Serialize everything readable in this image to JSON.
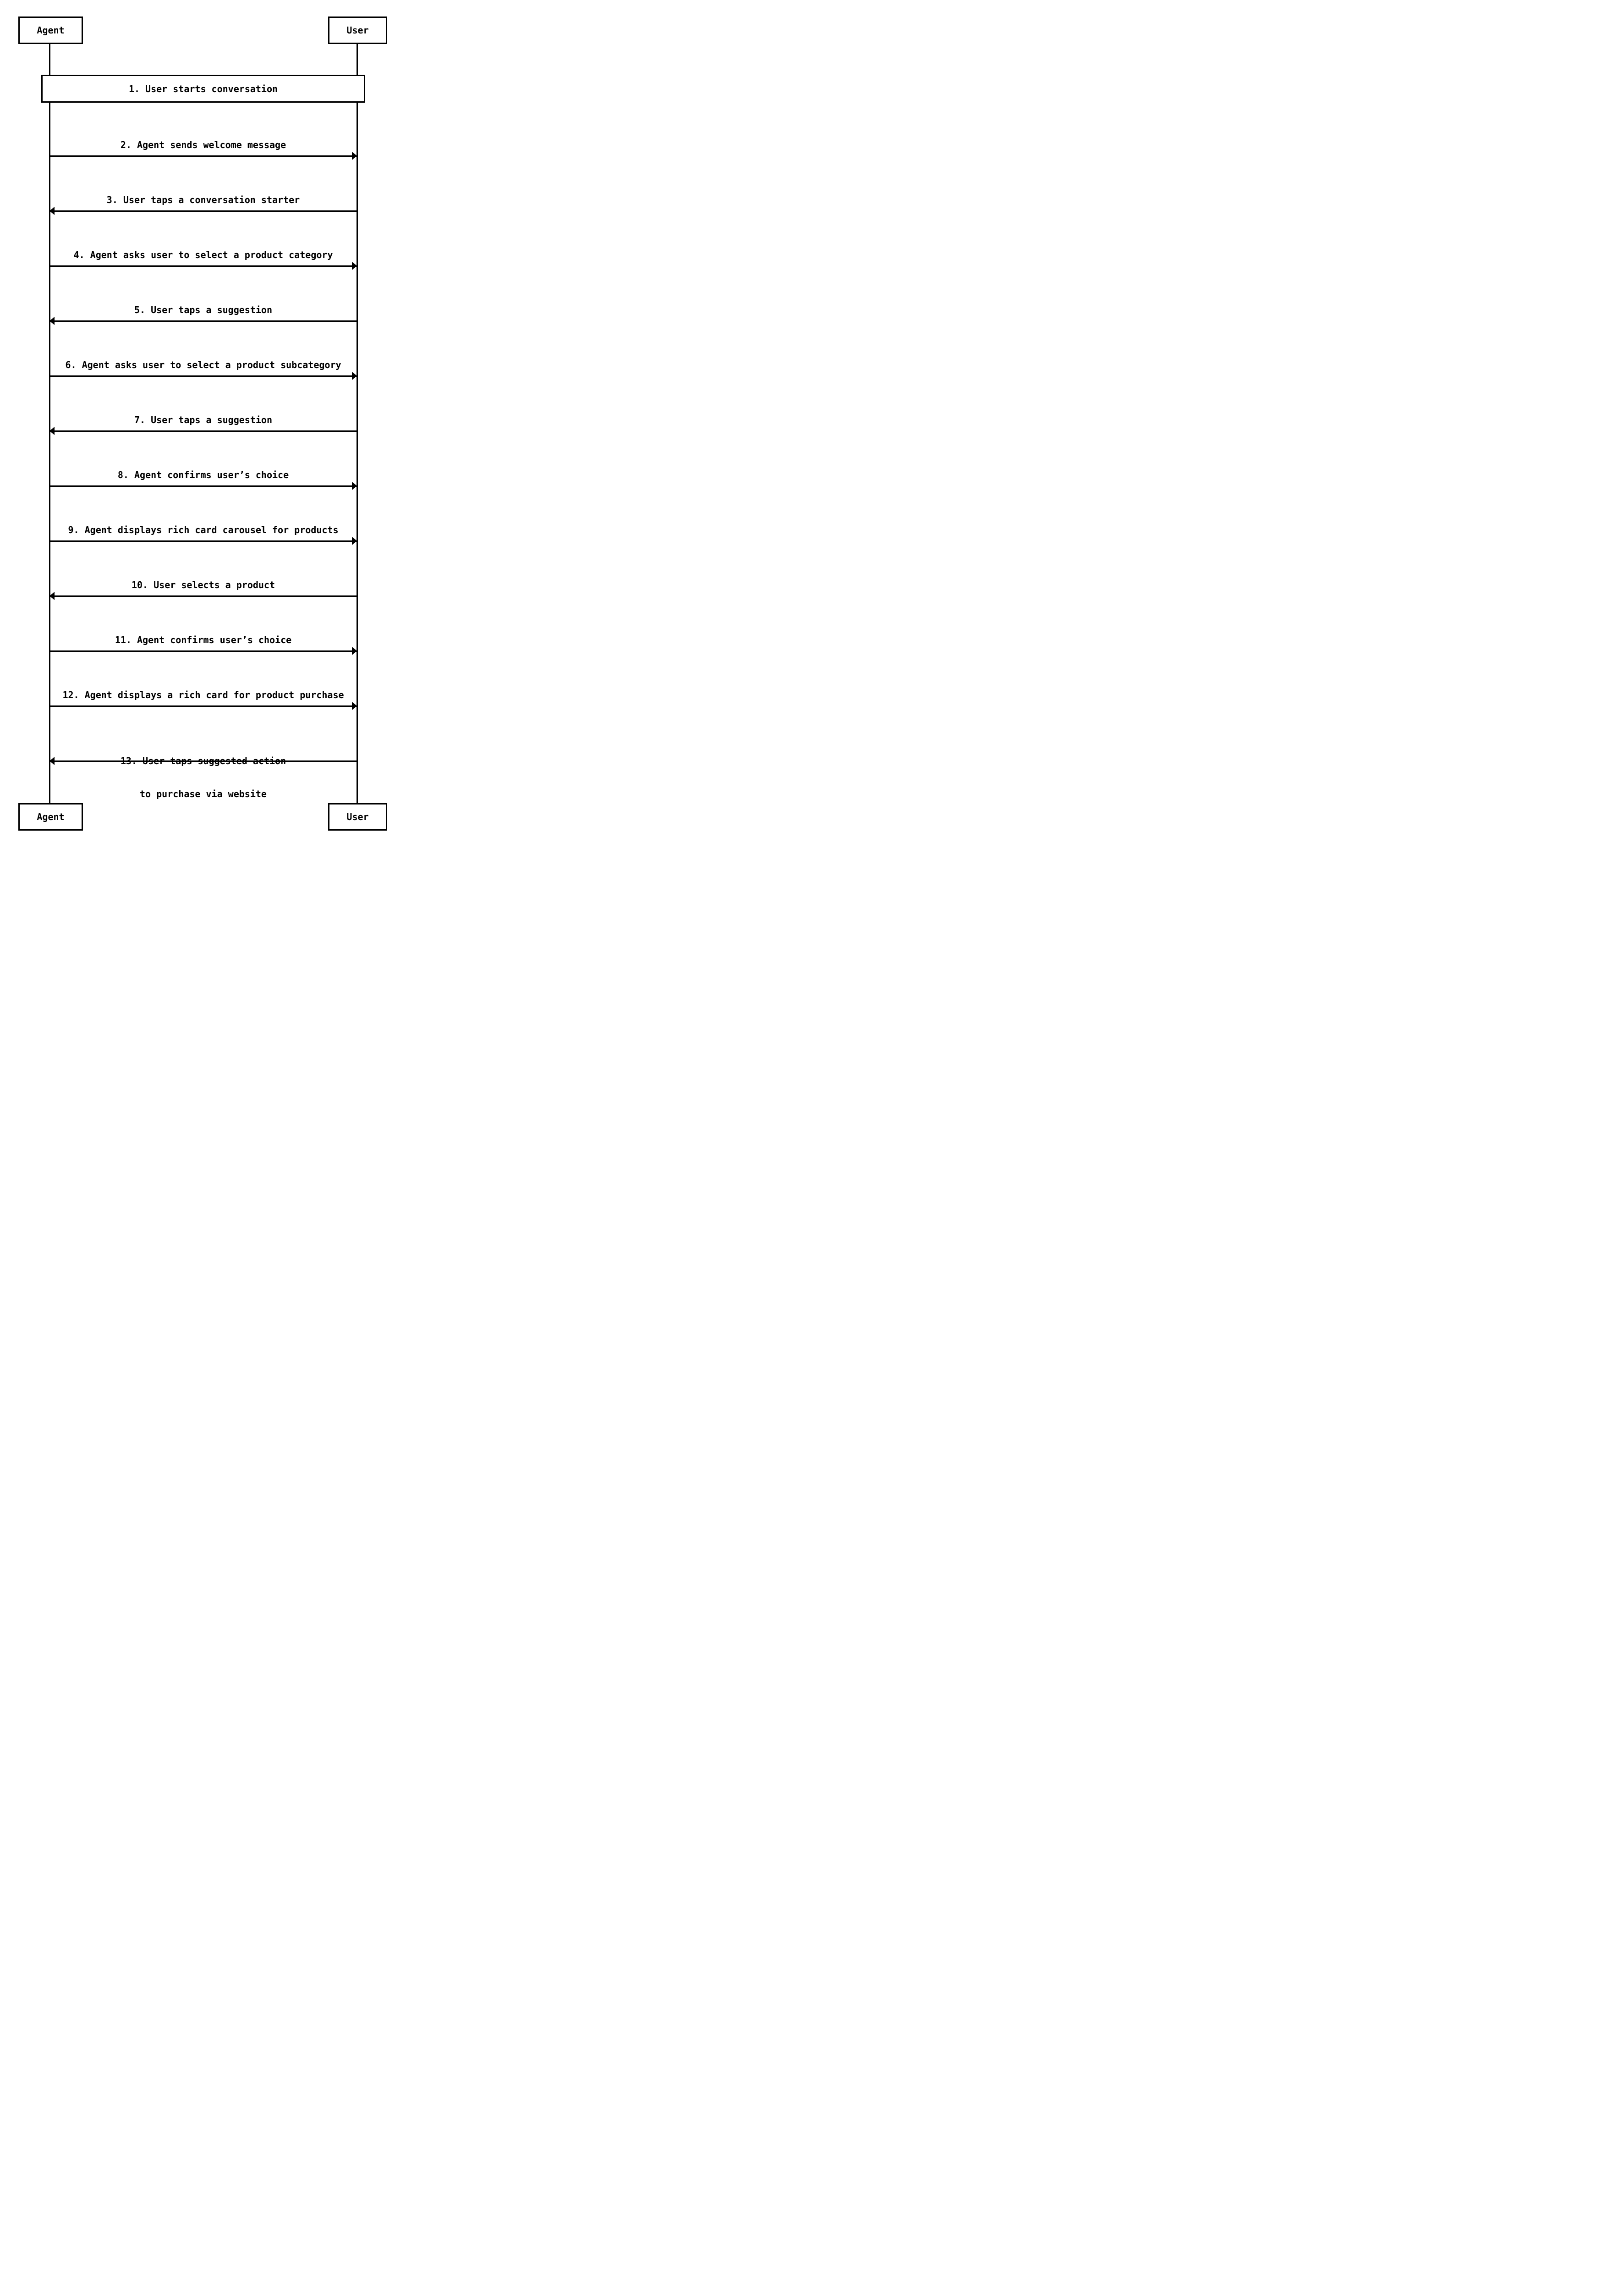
{
  "colors": {
    "background": "#ffffff",
    "line": "#000000",
    "text": "#000000"
  },
  "actors": [
    {
      "id": "agent",
      "label": "Agent"
    },
    {
      "id": "user",
      "label": "User"
    }
  ],
  "note": {
    "step": 1,
    "label": "1. User starts conversation",
    "over": "Agent,User"
  },
  "messages": [
    {
      "step": 2,
      "label": "2. Agent sends welcome message",
      "from": "Agent",
      "to": "User",
      "direction": "right"
    },
    {
      "step": 3,
      "label": "3. User taps a conversation starter",
      "from": "User",
      "to": "Agent",
      "direction": "left"
    },
    {
      "step": 4,
      "label": "4. Agent asks user to select a product category",
      "from": "Agent",
      "to": "User",
      "direction": "right"
    },
    {
      "step": 5,
      "label": "5. User taps a suggestion",
      "from": "User",
      "to": "Agent",
      "direction": "left"
    },
    {
      "step": 6,
      "label": "6. Agent asks user to select a product subcategory",
      "from": "Agent",
      "to": "User",
      "direction": "right"
    },
    {
      "step": 7,
      "label": "7. User taps a suggestion",
      "from": "User",
      "to": "Agent",
      "direction": "left"
    },
    {
      "step": 8,
      "label": "8. Agent confirms user’s choice",
      "from": "Agent",
      "to": "User",
      "direction": "right"
    },
    {
      "step": 9,
      "label": "9. Agent displays rich card carousel for products",
      "from": "Agent",
      "to": "User",
      "direction": "right"
    },
    {
      "step": 10,
      "label": "10. User selects a product",
      "from": "User",
      "to": "Agent",
      "direction": "left"
    },
    {
      "step": 11,
      "label": "11. Agent confirms user’s choice",
      "from": "Agent",
      "to": "User",
      "direction": "right"
    },
    {
      "step": 12,
      "label": "12. Agent displays a rich card for product purchase",
      "from": "Agent",
      "to": "User",
      "direction": "right"
    },
    {
      "step": 13,
      "label": "13. User taps suggested action",
      "label_line2": "to purchase via website",
      "from": "User",
      "to": "Agent",
      "direction": "left"
    }
  ]
}
